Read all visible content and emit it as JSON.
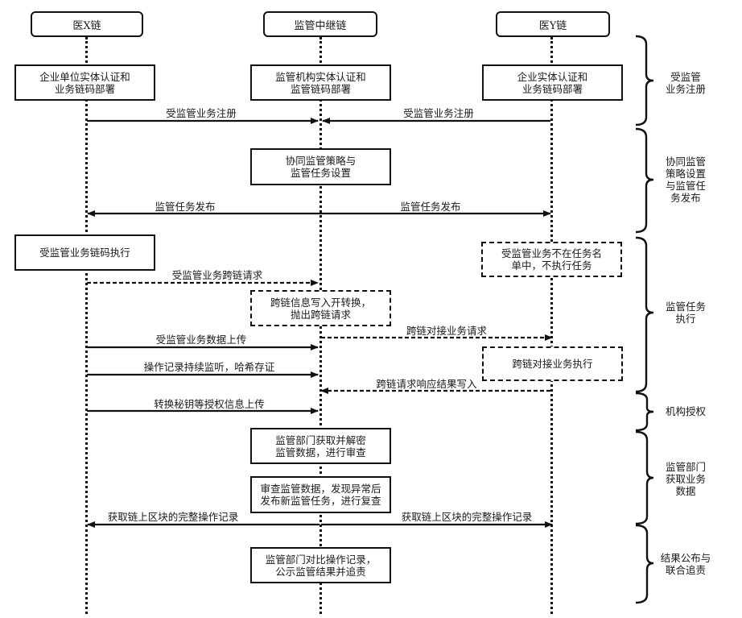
{
  "lanes": [
    {
      "id": "x",
      "label": "医X链"
    },
    {
      "id": "relay",
      "label": "监管中继链"
    },
    {
      "id": "y",
      "label": "医Y链"
    }
  ],
  "boxes": [
    {
      "id": "x-register",
      "text": "企业单位实体认证和\n业务链码部署",
      "style": "solid"
    },
    {
      "id": "relay-register",
      "text": "监管机构实体认证和\n监管链码部署",
      "style": "solid"
    },
    {
      "id": "y-register",
      "text": "企业实体认证和\n业务链码部署",
      "style": "solid"
    },
    {
      "id": "relay-policy",
      "text": "协同监管策略与\n监管任务设置",
      "style": "solid"
    },
    {
      "id": "x-exec",
      "text": "受监管业务链码执行",
      "style": "solid"
    },
    {
      "id": "y-not-in-list",
      "text": "受监管业务不在任务名\n单中，不执行任务",
      "style": "dashed"
    },
    {
      "id": "relay-crosschain",
      "text": "跨链信息写入开转换，\n抛出跨链请求",
      "style": "dashed"
    },
    {
      "id": "y-crosschain-exec",
      "text": "跨链对接业务执行",
      "style": "dashed"
    },
    {
      "id": "relay-decrypt",
      "text": "监管部门获取并解密\n监管数据，进行审查",
      "style": "solid"
    },
    {
      "id": "relay-review",
      "text": "审查监管数据，发现异常后\n发布新监管任务，进行复查",
      "style": "solid"
    },
    {
      "id": "relay-compare",
      "text": "监管部门对比操作记录，\n公示监管结果并追责",
      "style": "solid"
    }
  ],
  "messages": [
    {
      "id": "m1",
      "label": "受监管业务注册",
      "from": "x",
      "to": "relay",
      "style": "solid"
    },
    {
      "id": "m2",
      "label": "受监管业务注册",
      "from": "y",
      "to": "relay",
      "style": "solid"
    },
    {
      "id": "m3",
      "label": "监管任务发布",
      "from": "relay",
      "to": "x",
      "style": "solid"
    },
    {
      "id": "m4",
      "label": "监管任务发布",
      "from": "relay",
      "to": "y",
      "style": "solid"
    },
    {
      "id": "m5",
      "label": "受监管业务跨链请求",
      "from": "x",
      "to": "relay",
      "style": "dashed"
    },
    {
      "id": "m6",
      "label": "跨链对接业务请求",
      "from": "relay",
      "to": "y",
      "style": "dashed"
    },
    {
      "id": "m7",
      "label": "受监管业务数据上传",
      "from": "x",
      "to": "relay",
      "style": "solid"
    },
    {
      "id": "m8",
      "label": "操作记录持续监听，哈希存证",
      "from": "x",
      "to": "relay",
      "style": "solid"
    },
    {
      "id": "m9",
      "label": "跨链请求响应结果写入",
      "from": "y",
      "to": "relay",
      "style": "dashed"
    },
    {
      "id": "m10",
      "label": "转换秘钥等授权信息上传",
      "from": "x",
      "to": "relay",
      "style": "solid"
    },
    {
      "id": "m11",
      "label": "获取链上区块的完整操作记录",
      "from": "relay",
      "to": "x",
      "style": "solid"
    },
    {
      "id": "m12",
      "label": "获取链上区块的完整操作记录",
      "from": "relay",
      "to": "y",
      "style": "solid"
    }
  ],
  "phases": [
    {
      "id": "p1",
      "label": "受监管\n业务注册"
    },
    {
      "id": "p2",
      "label": "协同监管\n策略设置\n与监管任\n务发布"
    },
    {
      "id": "p3",
      "label": "监管任务\n执行"
    },
    {
      "id": "p4",
      "label": "机构授权"
    },
    {
      "id": "p5",
      "label": "监管部门\n获取业务\n数据"
    },
    {
      "id": "p6",
      "label": "结果公布与\n联合追责"
    }
  ]
}
